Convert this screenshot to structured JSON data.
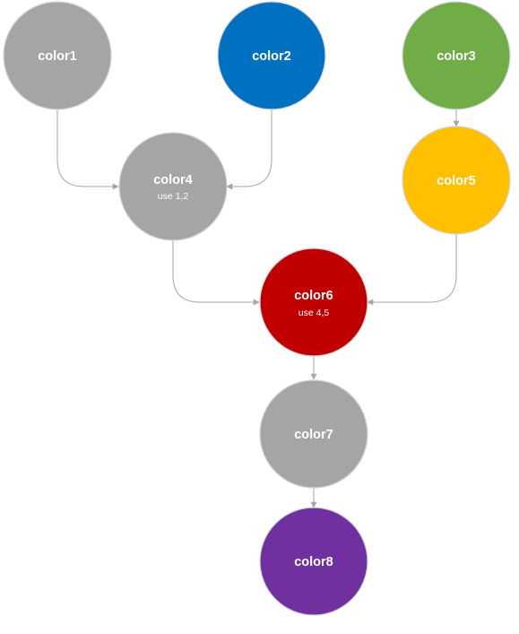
{
  "nodes": [
    {
      "id": "color1",
      "label": "color1",
      "sublabel": "",
      "color": "#a5a5a5"
    },
    {
      "id": "color2",
      "label": "color2",
      "sublabel": "",
      "color": "#0070c0"
    },
    {
      "id": "color3",
      "label": "color3",
      "sublabel": "",
      "color": "#70ad47"
    },
    {
      "id": "color4",
      "label": "color4",
      "sublabel": "use 1,2",
      "color": "#a5a5a5"
    },
    {
      "id": "color5",
      "label": "color5",
      "sublabel": "",
      "color": "#ffc000"
    },
    {
      "id": "color6",
      "label": "color6",
      "sublabel": "use 4,5",
      "color": "#c00000"
    },
    {
      "id": "color7",
      "label": "color7",
      "sublabel": "",
      "color": "#a5a5a5"
    },
    {
      "id": "color8",
      "label": "color8",
      "sublabel": "",
      "color": "#7030a0"
    }
  ],
  "edges": [
    {
      "from": "color1",
      "to": "color4"
    },
    {
      "from": "color2",
      "to": "color4"
    },
    {
      "from": "color3",
      "to": "color5"
    },
    {
      "from": "color4",
      "to": "color6"
    },
    {
      "from": "color5",
      "to": "color6"
    },
    {
      "from": "color6",
      "to": "color7"
    },
    {
      "from": "color7",
      "to": "color8"
    }
  ],
  "colors": {
    "connector": "#a6a6a6",
    "node_border": "#d4d4d4",
    "text": "#ffffff",
    "background": "#ffffff"
  }
}
